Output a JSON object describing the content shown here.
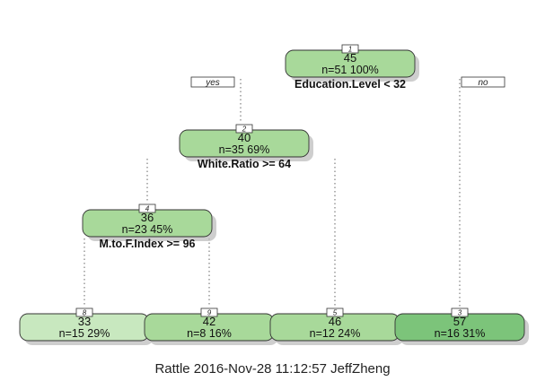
{
  "tree": {
    "branch_labels": {
      "yes": "yes",
      "no": "no"
    },
    "nodes": [
      {
        "id": "1",
        "value": "45",
        "stats": "n=51  100%",
        "split": "Education.Level < 32",
        "fill": "#a8d99a"
      },
      {
        "id": "2",
        "value": "40",
        "stats": "n=35  69%",
        "split": "White.Ratio >= 64",
        "fill": "#a8d99a"
      },
      {
        "id": "4",
        "value": "36",
        "stats": "n=23  45%",
        "split": "M.to.F.Index >= 96",
        "fill": "#a8d99a"
      },
      {
        "id": "8",
        "value": "33",
        "stats": "n=15  29%",
        "split": "",
        "fill": "#c8e8bf"
      },
      {
        "id": "9",
        "value": "42",
        "stats": "n=8  16%",
        "split": "",
        "fill": "#a8d99a"
      },
      {
        "id": "5",
        "value": "46",
        "stats": "n=12  24%",
        "split": "",
        "fill": "#a8d99a"
      },
      {
        "id": "3",
        "value": "57",
        "stats": "n=16  31%",
        "split": "",
        "fill": "#7cc47a"
      }
    ],
    "edges": [
      {
        "from": "1",
        "to": "2"
      },
      {
        "from": "1",
        "to": "3"
      },
      {
        "from": "2",
        "to": "4"
      },
      {
        "from": "2",
        "to": "5"
      },
      {
        "from": "4",
        "to": "8"
      },
      {
        "from": "4",
        "to": "9"
      }
    ]
  },
  "caption": "Rattle 2016-Nov-28 11:12:57 JeffZheng"
}
